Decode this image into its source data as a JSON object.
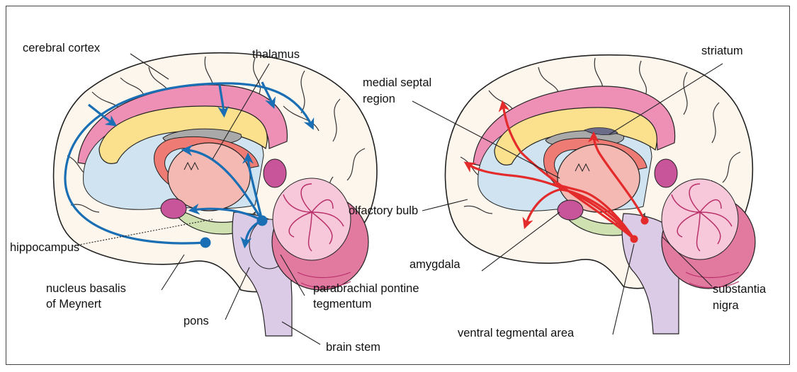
{
  "left_panel": {
    "labels": {
      "cerebral_cortex": "cerebral cortex",
      "thalamus": "thalamus",
      "hippocampus": "hippocampus",
      "nucleus_basalis_1": "nucleus basalis",
      "nucleus_basalis_2": "of Meynert",
      "pons": "pons",
      "parabrachial_1": "parabrachial pontine",
      "parabrachial_2": "tegmentum",
      "brain_stem": "brain stem"
    },
    "pathway_color": "#1a6fb4"
  },
  "right_panel": {
    "labels": {
      "striatum": "striatum",
      "medial_septal_1": "medial septal",
      "medial_septal_2": "region",
      "olfactory_bulb": "olfactory bulb",
      "amygdala": "amygdala",
      "substantia_1": "substantia",
      "substantia_2": "nigra",
      "vta": "ventral tegmental area"
    },
    "pathway_color": "#e32b2b"
  },
  "colors": {
    "cortex_fill": "#fdf6ec",
    "cingulate": "#ee8fb5",
    "corpus_callosum": "#fbe08e",
    "ventricle": "#cfe3f0",
    "thalamus": "#f5b9b4",
    "fornix": "#ee7c74",
    "brainstem": "#dccbe6",
    "cerebellum": "#e27aa0",
    "hippocampus_fill": "#cfe1b0",
    "amygdala_fill": "#c8559a",
    "gray_nucleus": "#a9a9a9"
  }
}
